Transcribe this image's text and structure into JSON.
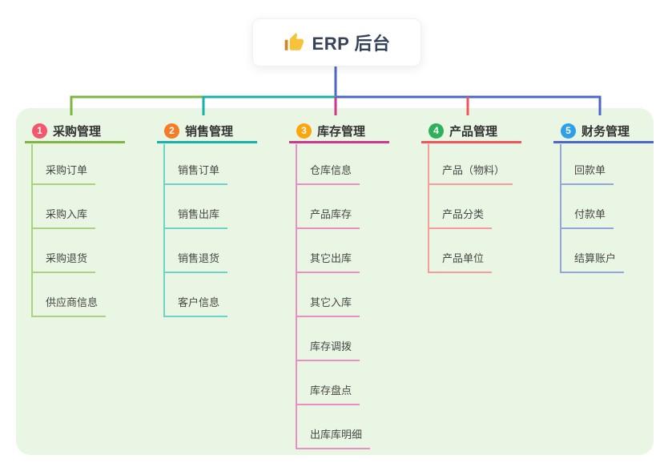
{
  "root": {
    "label": "ERP 后台",
    "icon": "thumbs-up-icon"
  },
  "canvas": {
    "background": "#ffffff",
    "panel_background": "#e9f6e4"
  },
  "connectors": {
    "trunk_color": "#4d66c9"
  },
  "branches": [
    {
      "number": "1",
      "label": "采购管理",
      "badge_color": "#f4566b",
      "line_color": "#7fb542",
      "child_line_color": "#a9d47d",
      "children": [
        "采购订单",
        "采购入库",
        "采购退货",
        "供应商信息"
      ]
    },
    {
      "number": "2",
      "label": "销售管理",
      "badge_color": "#f67b27",
      "line_color": "#17b3a8",
      "child_line_color": "#6fd2c8",
      "children": [
        "销售订单",
        "销售出库",
        "销售退货",
        "客户信息"
      ]
    },
    {
      "number": "3",
      "label": "库存管理",
      "badge_color": "#fba60f",
      "line_color": "#d0368f",
      "child_line_color": "#ea8ec4",
      "children": [
        "仓库信息",
        "产品库存",
        "其它出库",
        "其它入库",
        "库存调拨",
        "库存盘点",
        "出库库明细"
      ]
    },
    {
      "number": "4",
      "label": "产品管理",
      "badge_color": "#2eb05c",
      "line_color": "#f2545b",
      "child_line_color": "#f79c98",
      "children": [
        "产品（物料）",
        "产品分类",
        "产品单位"
      ]
    },
    {
      "number": "5",
      "label": "财务管理",
      "badge_color": "#2f9fe8",
      "line_color": "#4d66c9",
      "child_line_color": "#91a6dc",
      "children": [
        "回款单",
        "付款单",
        "结算账户"
      ]
    }
  ]
}
